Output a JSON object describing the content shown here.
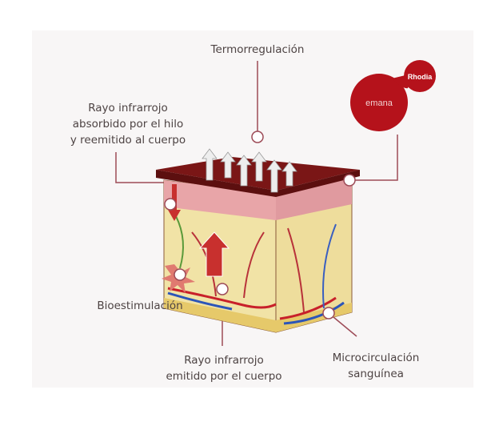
{
  "labels": {
    "termo": "Termorregulación",
    "absorbido": [
      "Rayo infrarrojo",
      "absorbido por el hilo",
      "y reemitido al cuerpo"
    ],
    "bio": "Bioestimulación",
    "emitido": [
      "Rayo infrarrojo",
      "emitido por el cuerpo"
    ],
    "micro": [
      "Microcirculación",
      "sanguínea"
    ]
  },
  "logo": {
    "brand": "Rhodia",
    "product": "emana"
  },
  "colors": {
    "line": "#9d4b57",
    "logo": "#b5121b",
    "skin_top": "#7a1616",
    "text": "#4d4343"
  }
}
